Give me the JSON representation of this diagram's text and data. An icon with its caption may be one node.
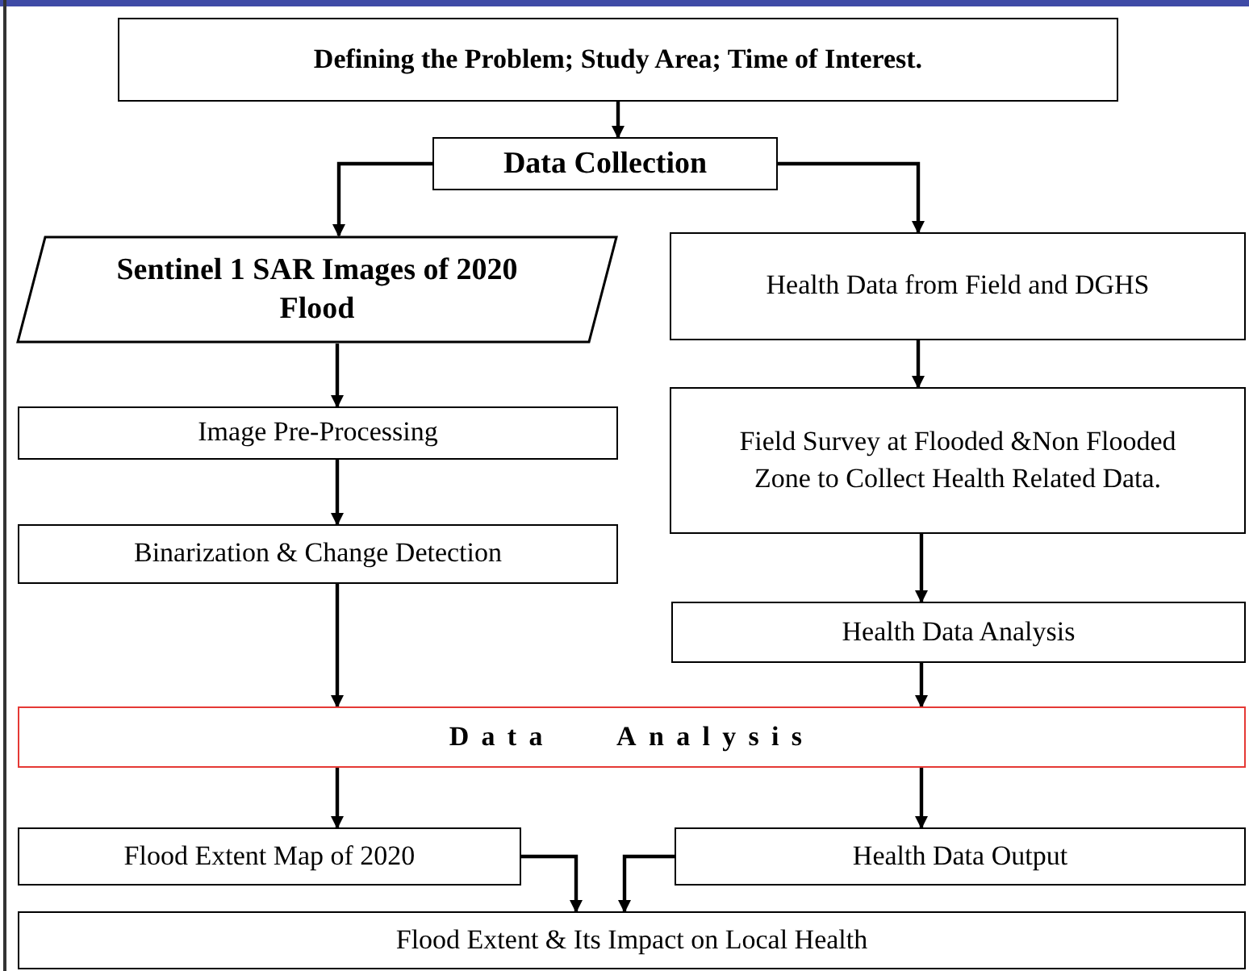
{
  "diagram": {
    "nodes": [
      {
        "text": [
          "Defining the Problem; Study Area; Time of Interest."
        ]
      },
      {
        "text": [
          "Data Collection"
        ]
      },
      {
        "text": [
          "Sentinel 1 SAR Images of 2020 Flood"
        ]
      },
      {
        "text": [
          "Health Data from Field and DGHS"
        ]
      },
      {
        "text": [
          "Image Pre-Processing"
        ]
      },
      {
        "text": [
          "Field Survey at Flooded &Non Flooded Zone to Collect Health Related Data."
        ]
      },
      {
        "text": [
          "Binarization & Change Detection"
        ]
      },
      {
        "text": [
          "Health Data Analysis"
        ]
      },
      {
        "text": [
          "Data Analysis"
        ]
      },
      {
        "text": [
          "Flood Extent Map of 2020"
        ]
      },
      {
        "text": [
          "Health Data Output"
        ]
      },
      {
        "text": [
          "Flood Extent & Its Impact on Local Health"
        ]
      }
    ],
    "edges": [
      {
        "from": 0,
        "to": 1,
        "arrow": "to"
      },
      {
        "from": 1,
        "to": 2,
        "arrow": "to"
      },
      {
        "from": 1,
        "to": 3,
        "arrow": "to"
      },
      {
        "from": 2,
        "to": 4,
        "arrow": "to"
      },
      {
        "from": 4,
        "to": 6,
        "arrow": "to"
      },
      {
        "from": 3,
        "to": 5,
        "arrow": "to"
      },
      {
        "from": 5,
        "to": 7,
        "arrow": "to"
      },
      {
        "from": 6,
        "to": 8,
        "arrow": "to"
      },
      {
        "from": 7,
        "to": 8,
        "arrow": "to"
      },
      {
        "from": 8,
        "to": 9,
        "arrow": "to"
      },
      {
        "from": 8,
        "to": 10,
        "arrow": "to"
      },
      {
        "from": 9,
        "to": 11,
        "arrow": "to"
      },
      {
        "from": 10,
        "to": 11,
        "arrow": "to"
      }
    ]
  }
}
